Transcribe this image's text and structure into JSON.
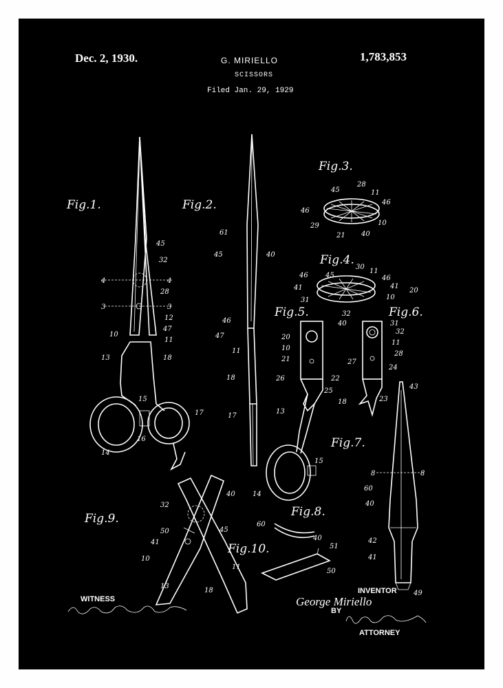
{
  "header": {
    "date": "Dec. 2, 1930.",
    "inventor": "G. MIRIELLO",
    "patent_number": "1,783,853",
    "title": "SCISSORS",
    "filed": "Filed Jan. 29, 1929"
  },
  "figures": {
    "fig1": "Fig.1.",
    "fig2": "Fig.2.",
    "fig3": "Fig.3.",
    "fig4": "Fig.4.",
    "fig5": "Fig.5.",
    "fig6": "Fig.6.",
    "fig7": "Fig.7.",
    "fig8": "Fig.8.",
    "fig9": "Fig.9.",
    "fig10": "Fig.10."
  },
  "footer": {
    "witness_label": "WITNESS",
    "inventor_label": "INVENTOR",
    "inventor_signature": "George Miriello",
    "by_label": "BY",
    "attorney_label": "ATTORNEY"
  },
  "refs": {
    "r45": "45",
    "r32": "32",
    "r28": "28",
    "r12": "12",
    "r47": "47",
    "r11": "11",
    "r13": "13",
    "r18": "18",
    "r15": "15",
    "r16": "16",
    "r17": "17",
    "r14": "14",
    "r4": "4",
    "r3": "3",
    "r10": "10",
    "r61": "61",
    "r40": "40",
    "r46": "46",
    "r26": "26",
    "r29": "29",
    "r21": "21",
    "r30": "30",
    "r41": "41",
    "r20": "20",
    "r31": "31",
    "r22": "22",
    "r25": "25",
    "r27": "27",
    "r24": "24",
    "r23": "23",
    "r43": "43",
    "r8": "8",
    "r60": "60",
    "r42": "42",
    "r49": "49",
    "r50": "50",
    "r51": "51"
  },
  "colors": {
    "sheet": "#000000",
    "ink": "#ffffff",
    "frame": "#fefefe"
  }
}
